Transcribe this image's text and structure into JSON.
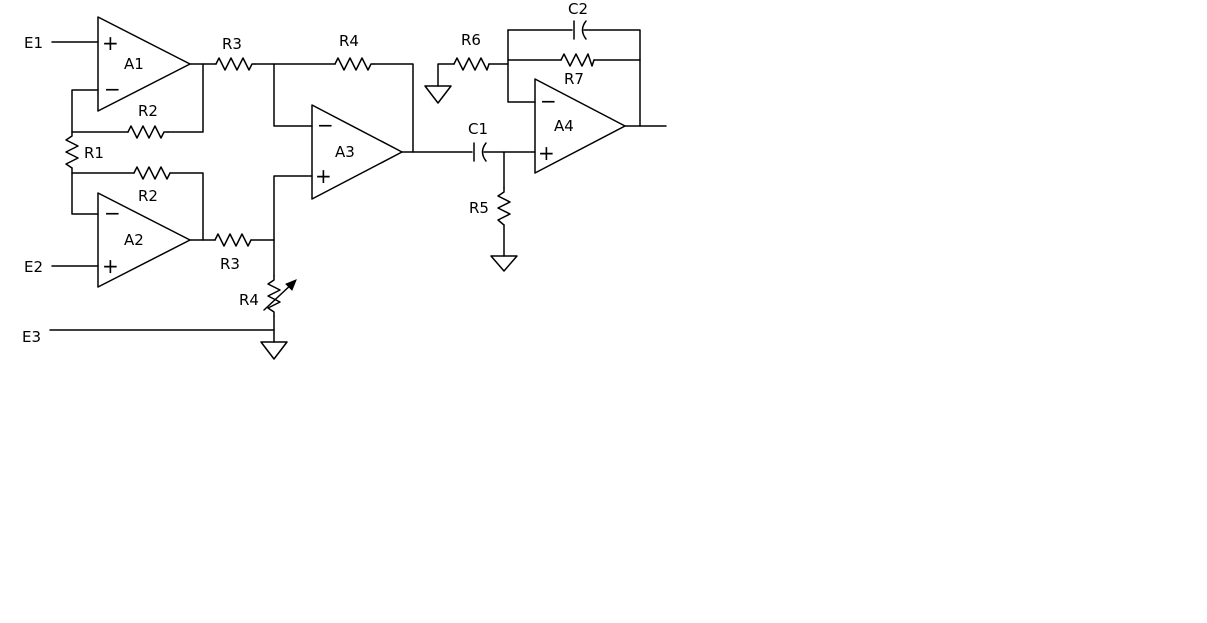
{
  "inputs": {
    "e1": "E1",
    "e2": "E2",
    "e3": "E3"
  },
  "opamps": {
    "a1": "A1",
    "a2": "A2",
    "a3": "A3",
    "a4": "A4"
  },
  "signs": {
    "plus": "+",
    "minus": "−"
  },
  "resistors": {
    "r1": "R1",
    "r2_top": "R2",
    "r2_bottom": "R2",
    "r3_top": "R3",
    "r3_bottom": "R3",
    "r4_feedback": "R4",
    "r4_variable": "R4",
    "r5": "R5",
    "r6": "R6",
    "r7": "R7"
  },
  "capacitors": {
    "c1": "C1",
    "c2": "C2"
  }
}
